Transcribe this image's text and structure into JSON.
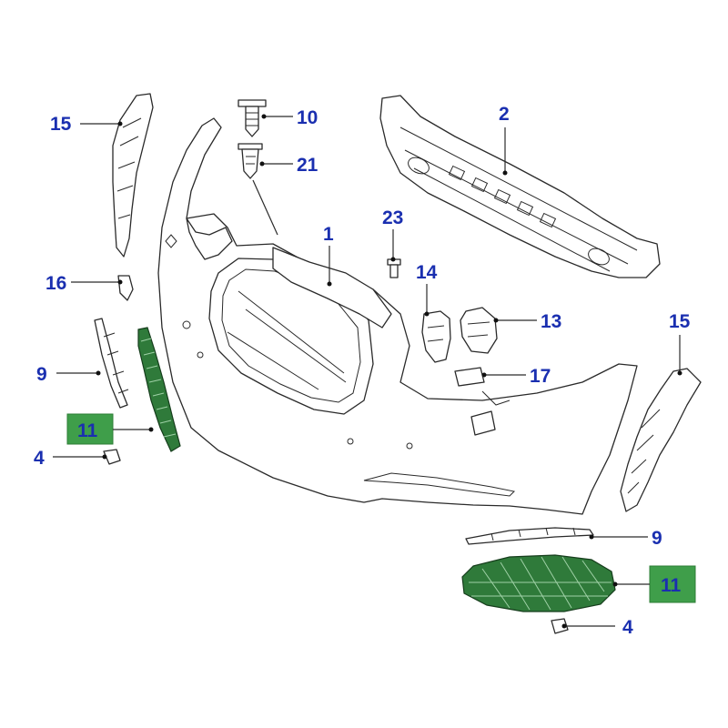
{
  "callouts": [
    {
      "id": "c15a",
      "label": "15"
    },
    {
      "id": "c10",
      "label": "10"
    },
    {
      "id": "c21",
      "label": "21"
    },
    {
      "id": "c2",
      "label": "2"
    },
    {
      "id": "c1",
      "label": "1"
    },
    {
      "id": "c23",
      "label": "23"
    },
    {
      "id": "c16",
      "label": "16"
    },
    {
      "id": "c14",
      "label": "14"
    },
    {
      "id": "c13",
      "label": "13"
    },
    {
      "id": "c15b",
      "label": "15"
    },
    {
      "id": "c9a",
      "label": "9"
    },
    {
      "id": "c17",
      "label": "17"
    },
    {
      "id": "c11a",
      "label": "11",
      "highlighted": true
    },
    {
      "id": "c4a",
      "label": "4"
    },
    {
      "id": "c9b",
      "label": "9"
    },
    {
      "id": "c11b",
      "label": "11",
      "highlighted": true
    },
    {
      "id": "c4b",
      "label": "4"
    }
  ],
  "colors": {
    "callout_text": "#1a2fb0",
    "highlight": "#3f9e4a",
    "grille": "#2f7a3a",
    "line": "#2a2a2a"
  }
}
